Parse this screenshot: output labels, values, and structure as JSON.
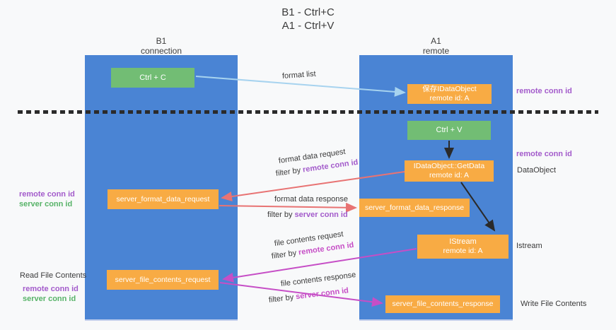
{
  "title": {
    "line1": "B1 - Ctrl+C",
    "line2": "A1 - Ctrl+V"
  },
  "columns": {
    "left": {
      "name": "B1",
      "role": "connection"
    },
    "right": {
      "name": "A1",
      "role": "remote"
    }
  },
  "boxes": {
    "ctrl_c": {
      "label": "Ctrl + C"
    },
    "save_idataobject": {
      "line1": "保存IDataObject",
      "line2": "remote id: A"
    },
    "ctrl_v": {
      "label": "Ctrl + V"
    },
    "getdata": {
      "line1": "IDataObject::GetData",
      "line2": "remote id: A"
    },
    "format_request": {
      "label": "server_format_data_request"
    },
    "format_response": {
      "label": "server_format_data_response"
    },
    "istream": {
      "line1": "IStream",
      "line2": "remote id: A"
    },
    "file_request": {
      "label": "server_file_contents_request"
    },
    "file_response": {
      "label": "server_file_contents_response"
    }
  },
  "flow_labels": {
    "format_list": "format list",
    "format_request": "format data request",
    "format_request_filter": {
      "prefix": "filter by ",
      "key": "remote conn id"
    },
    "format_response": "format data response",
    "format_response_filter": {
      "prefix": "filter by ",
      "key": "server conn id"
    },
    "file_request": "file contents request",
    "file_request_filter": {
      "prefix": "filter by ",
      "key": "remote conn id"
    },
    "file_response": "file contents response",
    "file_response_filter": {
      "prefix": "filter by ",
      "key": "server conn id"
    }
  },
  "side_labels": {
    "right_remote_conn_id_top": "remote conn id",
    "right_remote_conn_id_mid": "remote conn id",
    "dataobject": "DataObject",
    "istream": "Istream",
    "write_file_contents": "Write File Contents",
    "left_remote_conn_id_top": "remote conn id",
    "left_server_conn_id_top": "server conn id",
    "read_file_contents": "Read File Contents",
    "left_remote_conn_id_bottom": "remote conn id",
    "left_server_conn_id_bottom": "server conn id"
  },
  "colors": {
    "lifeline_blue": "#4a84d4",
    "box_green": "#72bd74",
    "box_orange": "#f8ab44",
    "arrow_lightblue": "#a7d3ef",
    "arrow_black": "#2a2a2a",
    "arrow_red": "#e87373",
    "arrow_magenta": "#c64ec6",
    "text_purple": "#a35bcb",
    "text_green": "#57b368"
  }
}
